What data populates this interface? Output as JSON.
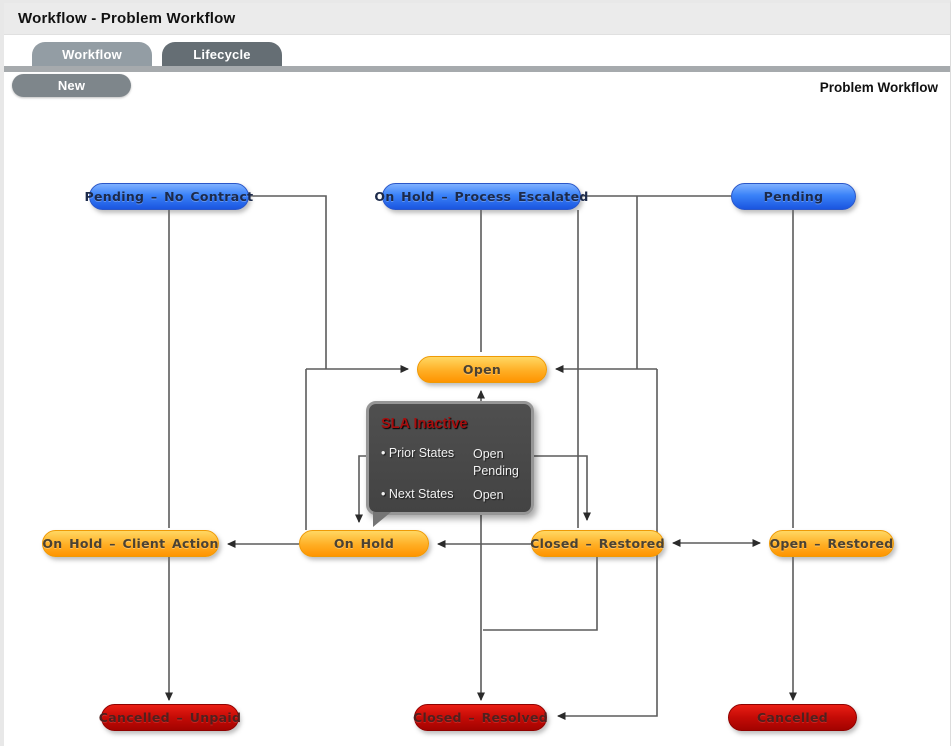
{
  "header": {
    "title": "Workflow - Problem Workflow"
  },
  "tabs": [
    {
      "label": "Workflow"
    },
    {
      "label": "Lifecycle"
    }
  ],
  "toolbar": {
    "new_label": "New",
    "context_title": "Problem Workflow"
  },
  "diagram": {
    "nodes": [
      {
        "id": "pending-no-contract",
        "label": "Pending – No Contract",
        "type": "blue"
      },
      {
        "id": "on-hold-process-escalated",
        "label": "On Hold – Process Escalated",
        "type": "blue"
      },
      {
        "id": "pending",
        "label": "Pending",
        "type": "blue"
      },
      {
        "id": "open",
        "label": "Open",
        "type": "orange"
      },
      {
        "id": "on-hold-client-action",
        "label": "On Hold – Client Action",
        "type": "orange"
      },
      {
        "id": "on-hold",
        "label": "On Hold",
        "type": "orange"
      },
      {
        "id": "closed-restored",
        "label": "Closed – Restored",
        "type": "orange"
      },
      {
        "id": "open-restored",
        "label": "Open – Restored",
        "type": "orange"
      },
      {
        "id": "cancelled-unpaid",
        "label": "Cancelled – Unpaid",
        "type": "red"
      },
      {
        "id": "closed-resolved",
        "label": "Closed – Resolved",
        "type": "red"
      },
      {
        "id": "cancelled",
        "label": "Cancelled",
        "type": "red"
      }
    ],
    "tooltip": {
      "title": "SLA Inactive",
      "rows": [
        {
          "label": "• Prior States",
          "values": [
            "Open",
            "Pending"
          ]
        },
        {
          "label": "• Next States",
          "values": [
            "Open"
          ]
        }
      ]
    },
    "colors": {
      "state_blue": "#2f6df0",
      "state_orange": "#ffa011",
      "state_red": "#c40b06",
      "connector": "#5c5c5c",
      "arrowhead": "#2b2b2b"
    }
  }
}
